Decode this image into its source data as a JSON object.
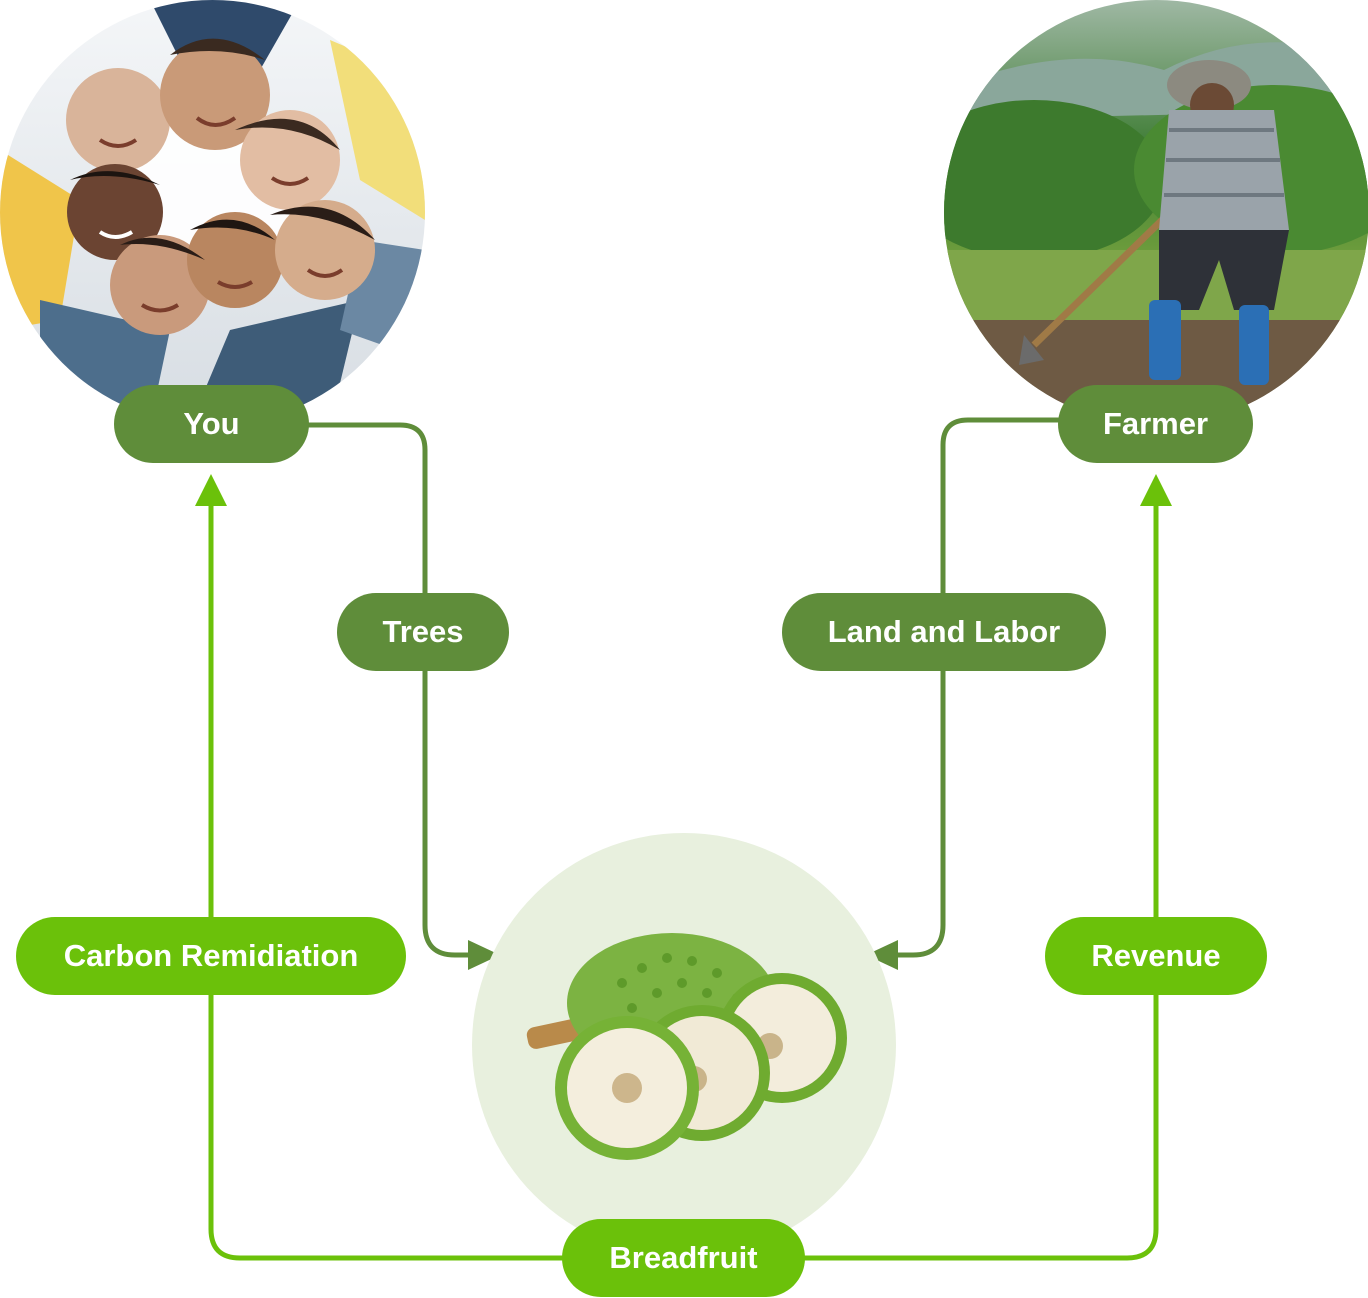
{
  "nodes": {
    "you": "You",
    "farmer": "Farmer",
    "breadfruit": "Breadfruit"
  },
  "flows": {
    "trees": "Trees",
    "land_and_labor": "Land and Labor",
    "carbon": "Carbon Remidiation",
    "revenue": "Revenue"
  },
  "colors": {
    "dark_green": "#5f8d3a",
    "bright_green": "#6bc10a",
    "breadfruit_bg": "#e8f0de",
    "fruit_green": "#7cb342"
  },
  "images": {
    "you_photo": "group-of-friends-photo",
    "farmer_photo": "farmer-with-hoe-photo",
    "breadfruit_photo": "breadfruit-photo"
  }
}
